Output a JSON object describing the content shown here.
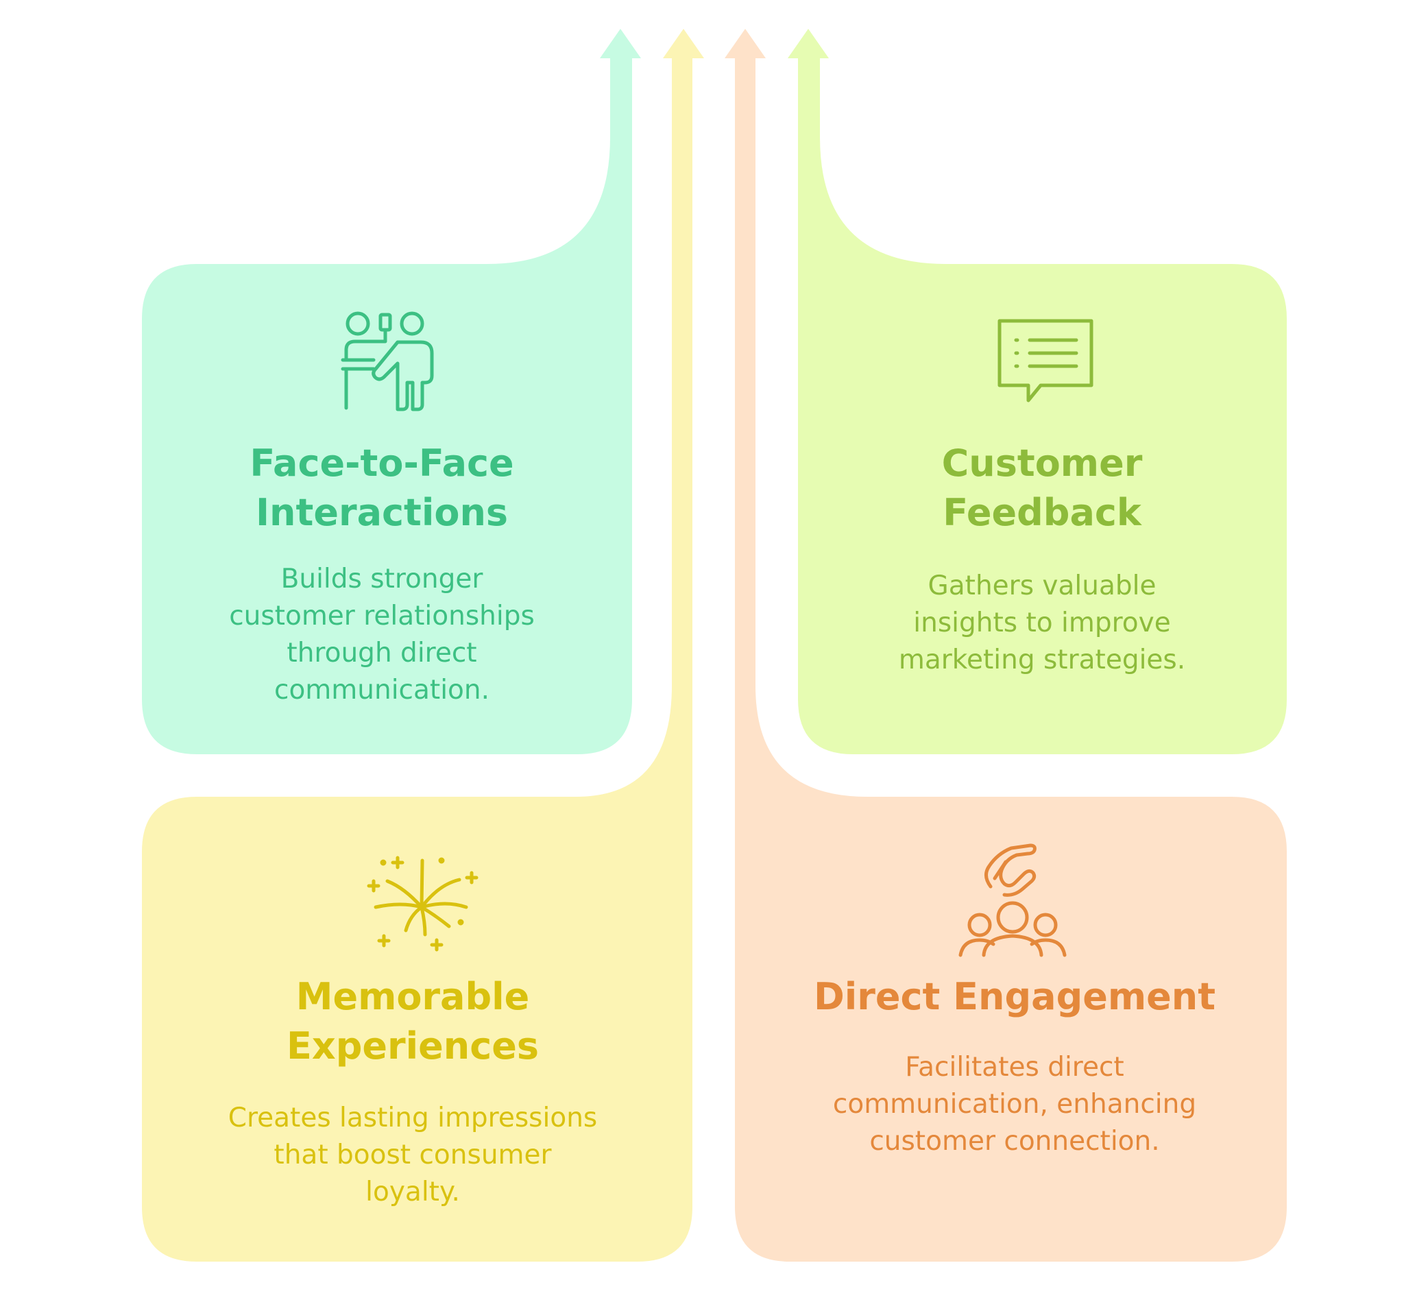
{
  "colors": {
    "green_fill": "#C6FBE2",
    "green_text": "#3CC083",
    "lime_fill": "#E6FCB2",
    "lime_text": "#8DBB3B",
    "yellow_fill": "#FCF4B4",
    "yellow_text": "#D9C10F",
    "orange_fill": "#FEE2C9",
    "orange_text": "#E4883B"
  },
  "cards": {
    "face_to_face": {
      "title_line1": "Face-to-Face",
      "title_line2": "Interactions",
      "desc_line1": "Builds stronger",
      "desc_line2": "customer relationships",
      "desc_line3": "through direct",
      "desc_line4": "communication.",
      "icon": "presenter-icon"
    },
    "customer_feedback": {
      "title_line1": "Customer",
      "title_line2": "Feedback",
      "desc_line1": "Gathers valuable",
      "desc_line2": "insights to improve",
      "desc_line3": "marketing strategies.",
      "icon": "chat-bubble-icon"
    },
    "memorable": {
      "title_line1": "Memorable",
      "title_line2": "Experiences",
      "desc_line1": "Creates lasting impressions",
      "desc_line2": "that boost consumer",
      "desc_line3": "loyalty.",
      "icon": "firework-icon"
    },
    "direct_engagement": {
      "title_line1": "Direct Engagement",
      "desc_line1": "Facilitates direct",
      "desc_line2": "communication, enhancing",
      "desc_line3": "customer connection.",
      "icon": "hand-group-icon"
    }
  }
}
